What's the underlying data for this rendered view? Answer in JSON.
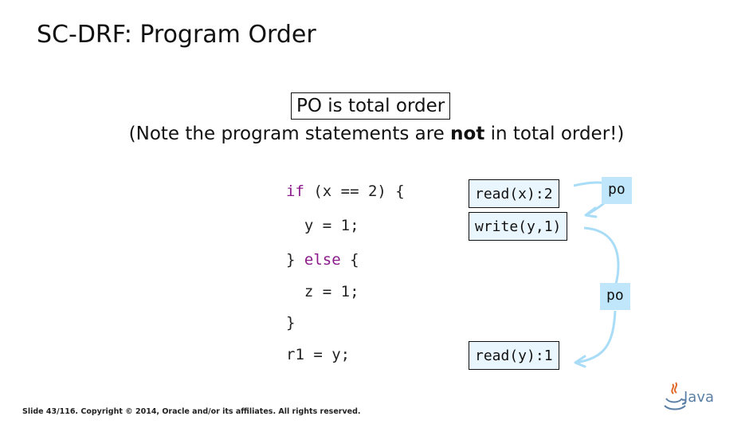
{
  "title": "SC-DRF: Program Order",
  "boxed_text": "PO is total order",
  "note": {
    "before": "(Note the program statements are ",
    "bold": "not",
    "after": " in total order!)"
  },
  "code": {
    "line1_kw": "if",
    "line1_rest": " (x == 2) {",
    "line2": "  y = 1;",
    "line3_open": "} ",
    "line3_kw": "else",
    "line3_close": " {",
    "line4": "  z = 1;",
    "line5": "}",
    "line6": "r1 = y;"
  },
  "events": {
    "e1": "read(x):2",
    "e2": "write(y,1)",
    "e3": "read(y):1"
  },
  "edges": {
    "po1": "po",
    "po2": "po"
  },
  "footer": "Slide 43/116. Copyright © 2014, Oracle and/or its affiliates. All rights reserved.",
  "logo_text": "Java",
  "colors": {
    "keyword": "#8b1a8b",
    "event_fill": "#e9f6fd",
    "po_fill": "#bfe6fb",
    "arrow": "#a9dcf6"
  }
}
